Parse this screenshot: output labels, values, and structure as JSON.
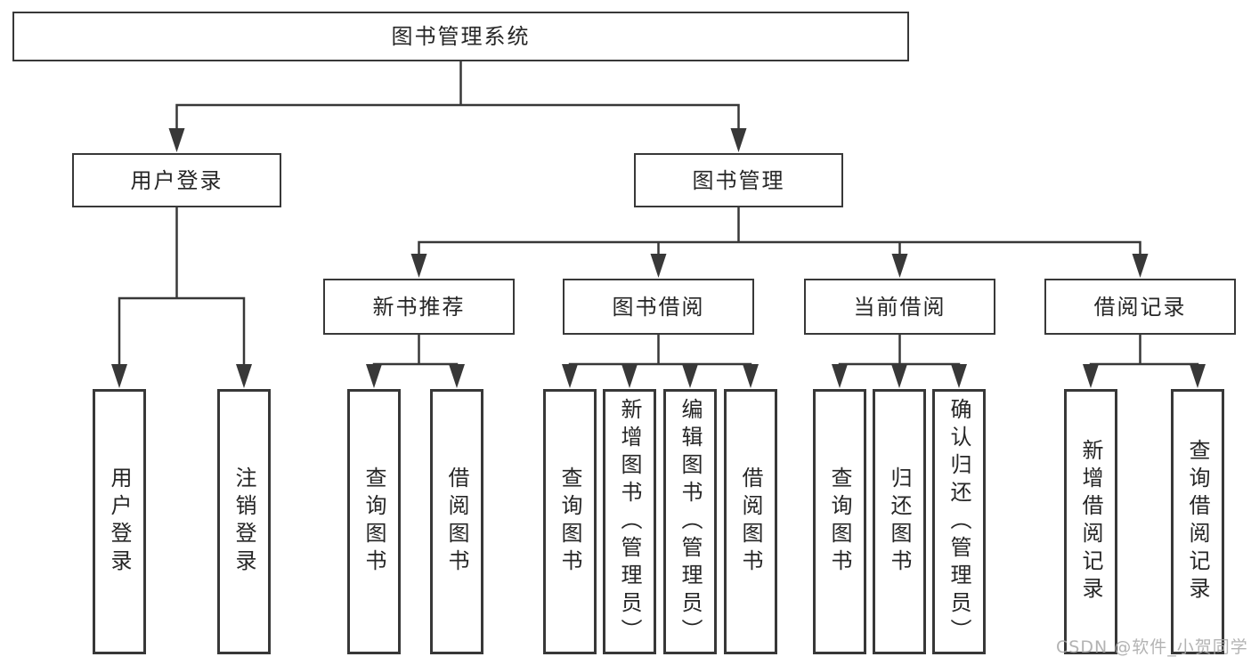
{
  "nodes": {
    "root": {
      "label": "图书管理系统"
    },
    "user_login": {
      "label": "用户登录"
    },
    "book_management": {
      "label": "图书管理"
    },
    "new_book_recommend": {
      "label": "新书推荐"
    },
    "book_borrowing": {
      "label": "图书借阅"
    },
    "current_borrowing": {
      "label": "当前借阅"
    },
    "borrowing_records": {
      "label": "借阅记录"
    },
    "leaf_user_login": {
      "label": "用户登录"
    },
    "leaf_logout": {
      "label": "注销登录"
    },
    "leaf_query_book_recommend": {
      "label": "查询图书"
    },
    "leaf_borrow_book_recommend": {
      "label": "借阅图书"
    },
    "leaf_query_book_borrowing": {
      "label": "查询图书"
    },
    "leaf_add_book_admin": {
      "label": "新增图书（管理员）"
    },
    "leaf_edit_book_admin": {
      "label": "编辑图书（管理员）"
    },
    "leaf_borrow_book_borrowing": {
      "label": "借阅图书"
    },
    "leaf_query_book_current": {
      "label": "查询图书"
    },
    "leaf_return_book": {
      "label": "归还图书"
    },
    "leaf_confirm_return_admin": {
      "label": "确认归还（管理员）"
    },
    "leaf_add_borrow_record": {
      "label": "新增借阅记录"
    },
    "leaf_query_borrow_record": {
      "label": "查询借阅记录"
    }
  },
  "edges": [
    [
      "root",
      "user_login"
    ],
    [
      "root",
      "book_management"
    ],
    [
      "user_login",
      "leaf_user_login"
    ],
    [
      "user_login",
      "leaf_logout"
    ],
    [
      "book_management",
      "new_book_recommend"
    ],
    [
      "book_management",
      "book_borrowing"
    ],
    [
      "book_management",
      "current_borrowing"
    ],
    [
      "book_management",
      "borrowing_records"
    ],
    [
      "new_book_recommend",
      "leaf_query_book_recommend"
    ],
    [
      "new_book_recommend",
      "leaf_borrow_book_recommend"
    ],
    [
      "book_borrowing",
      "leaf_query_book_borrowing"
    ],
    [
      "book_borrowing",
      "leaf_add_book_admin"
    ],
    [
      "book_borrowing",
      "leaf_edit_book_admin"
    ],
    [
      "book_borrowing",
      "leaf_borrow_book_borrowing"
    ],
    [
      "current_borrowing",
      "leaf_query_book_current"
    ],
    [
      "current_borrowing",
      "leaf_return_book"
    ],
    [
      "current_borrowing",
      "leaf_confirm_return_admin"
    ],
    [
      "borrowing_records",
      "leaf_add_borrow_record"
    ],
    [
      "borrowing_records",
      "leaf_query_borrow_record"
    ]
  ],
  "watermark": {
    "text": "CSDN @软件_小贺同学"
  },
  "colors": {
    "line": "#383838",
    "box_border": "#383838",
    "text": "#262626",
    "background": "#ffffff",
    "watermark": "#a8a8a8"
  }
}
